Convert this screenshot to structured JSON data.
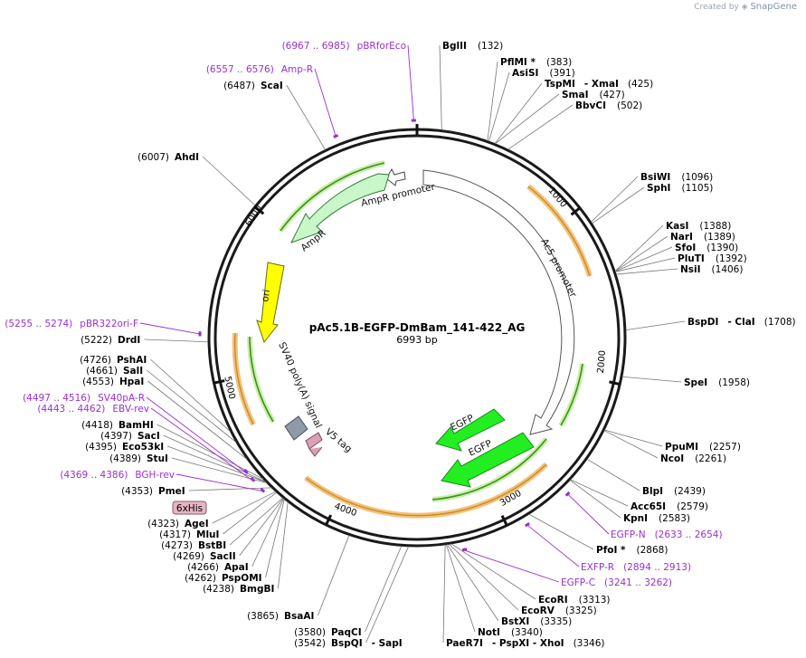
{
  "credit": {
    "prefix": "Created by",
    "brand": "SnapGene"
  },
  "plasmid": {
    "name": "pAc5.1B-EGFP-DmBam_141-422_AG",
    "length": "6993 bp"
  },
  "ring_ticks": [
    "1000",
    "2000",
    "3000",
    "4000",
    "5000",
    "6000"
  ],
  "features": [
    {
      "label": "AmpR promoter"
    },
    {
      "label": "AmpR"
    },
    {
      "label": "ori"
    },
    {
      "label": "Ac5 promoter"
    },
    {
      "label": "EGFP"
    },
    {
      "label": "EGFP"
    },
    {
      "label": "SV40 poly(A) signal"
    },
    {
      "label": "V5 tag"
    },
    {
      "label": "6xHis"
    }
  ],
  "sites": [
    {
      "name": "BglII",
      "pos": "(132)"
    },
    {
      "name": "PflMI *",
      "pos": "(383)"
    },
    {
      "name": "AsiSI",
      "pos": "(391)"
    },
    {
      "name": "TspMI",
      "sep": "- XmaI",
      "pos": "(425)"
    },
    {
      "name": "SmaI",
      "pos": "(427)"
    },
    {
      "name": "BbvCI",
      "pos": "(502)"
    },
    {
      "name": "BsiWI",
      "pos": "(1096)"
    },
    {
      "name": "SphI",
      "pos": "(1105)"
    },
    {
      "name": "KasI",
      "pos": "(1388)"
    },
    {
      "name": "NarI",
      "pos": "(1389)"
    },
    {
      "name": "SfoI",
      "pos": "(1390)"
    },
    {
      "name": "PluTI",
      "pos": "(1392)"
    },
    {
      "name": "NsiI",
      "pos": "(1406)"
    },
    {
      "name": "BspDI",
      "sep": "- ClaI",
      "pos": "(1708)"
    },
    {
      "name": "SpeI",
      "pos": "(1958)"
    },
    {
      "name": "PpuMI",
      "pos": "(2257)"
    },
    {
      "name": "NcoI",
      "pos": "(2261)"
    },
    {
      "name": "BlpI",
      "pos": "(2439)"
    },
    {
      "name": "Acc65I",
      "pos": "(2579)"
    },
    {
      "name": "KpnI",
      "pos": "(2583)"
    },
    {
      "name": "PfoI *",
      "pos": "(2868)"
    },
    {
      "name": "EcoRI",
      "pos": "(3313)"
    },
    {
      "name": "EcoRV",
      "pos": "(3325)"
    },
    {
      "name": "BstXI",
      "pos": "(3335)"
    },
    {
      "name": "NotI",
      "pos": "(3340)"
    },
    {
      "name": "PaeR7I",
      "sep": "- PspXI - XhoI",
      "pos": "(3346)"
    },
    {
      "name": "PaqCI",
      "pos": "(3580)"
    },
    {
      "name": "BspQI",
      "sep": "- SapI",
      "pos": "(3542)"
    },
    {
      "name": "BsaAI",
      "pos": "(3865)"
    },
    {
      "name": "BmgBI",
      "pos": "(4238)"
    },
    {
      "name": "PspOMI",
      "pos": "(4262)"
    },
    {
      "name": "ApaI",
      "pos": "(4266)"
    },
    {
      "name": "SacII",
      "pos": "(4269)"
    },
    {
      "name": "BstBI",
      "pos": "(4273)"
    },
    {
      "name": "MluI",
      "pos": "(4317)"
    },
    {
      "name": "AgeI",
      "pos": "(4323)"
    },
    {
      "name": "PmeI",
      "pos": "(4353)"
    },
    {
      "name": "StuI",
      "pos": "(4389)"
    },
    {
      "name": "Eco53kI",
      "pos": "(4395)"
    },
    {
      "name": "SacI",
      "pos": "(4397)"
    },
    {
      "name": "BamHI",
      "pos": "(4418)"
    },
    {
      "name": "HpaI",
      "pos": "(4553)"
    },
    {
      "name": "SalI",
      "pos": "(4661)"
    },
    {
      "name": "PshAI",
      "pos": "(4726)"
    },
    {
      "name": "DrdI",
      "pos": "(5222)"
    },
    {
      "name": "AhdI",
      "pos": "(6007)"
    },
    {
      "name": "ScaI",
      "pos": "(6487)"
    }
  ],
  "primers": [
    {
      "name": "pBRforEco",
      "range": "(6967 .. 6985)"
    },
    {
      "name": "Amp-R",
      "range": "(6557 .. 6576)"
    },
    {
      "name": "pBR322ori-F",
      "range": "(5255 .. 5274)"
    },
    {
      "name": "SV40pA-R",
      "range": "(4497 .. 4516)"
    },
    {
      "name": "EBV-rev",
      "range": "(4443 .. 4462)"
    },
    {
      "name": "BGH-rev",
      "range": "(4369 .. 4386)"
    },
    {
      "name": "EGFP-N",
      "range": "(2633 .. 2654)"
    },
    {
      "name": "EXFP-R",
      "range": "(2894 .. 2913)"
    },
    {
      "name": "EGFP-C",
      "range": "(3241 .. 3262)"
    }
  ],
  "colors": {
    "backbone": "#1a1a1a",
    "orf_orange": "#e8a13a",
    "orf_green": "#3f8f1f",
    "egfp": "#22ee22",
    "ampr": "#c9f7c9",
    "ori": "#ffff00",
    "primer": "#9a2fd0",
    "polyA": "#8f9aa6",
    "v5": "#d9a0b8"
  }
}
